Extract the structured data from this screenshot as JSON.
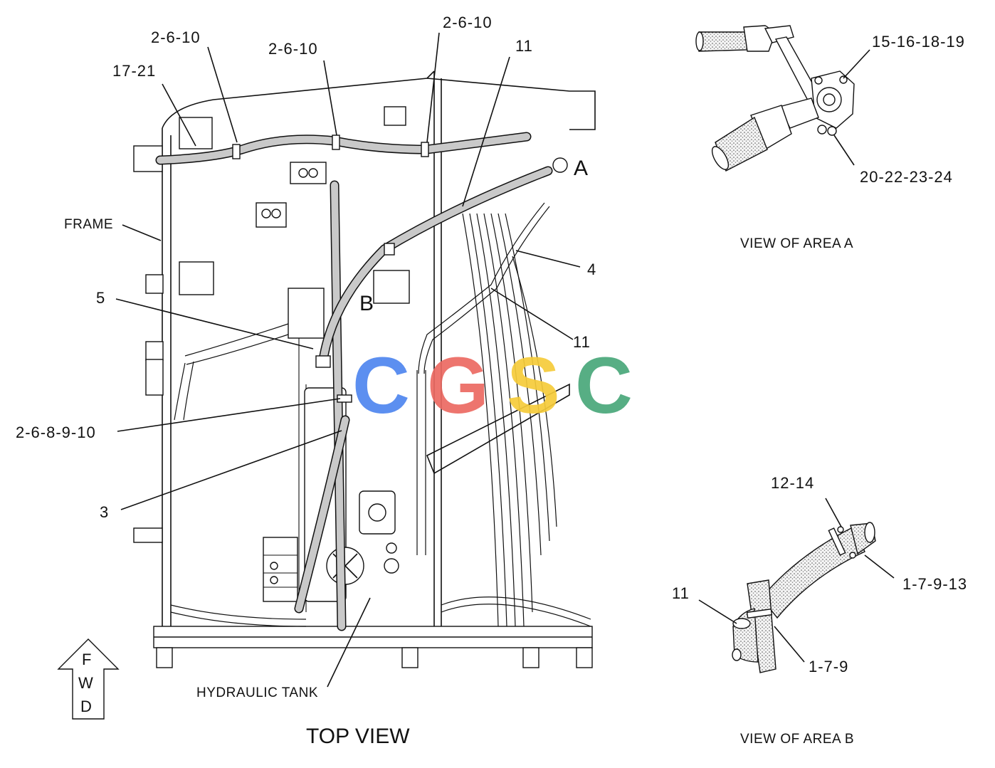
{
  "diagram": {
    "main_view_title": "TOP VIEW",
    "callouts": {
      "c_17_21": "17-21",
      "c_2610_a": "2-6-10",
      "c_2610_b": "2-6-10",
      "c_2610_c": "2-6-10",
      "c_11_top": "11",
      "c_frame": "FRAME",
      "c_5": "5",
      "c_4": "4",
      "c_11_mid": "11",
      "c_268910": "2-6-8-9-10",
      "c_3": "3",
      "c_hyd_tank": "HYDRAULIC TANK",
      "c_area_a": "A",
      "c_area_b": "B"
    },
    "fwd_arrow": {
      "f": "F",
      "w": "W",
      "d": "D"
    },
    "view_a": {
      "title": "VIEW OF AREA A",
      "callouts": {
        "top": "15-16-18-19",
        "bottom": "20-22-23-24"
      }
    },
    "view_b": {
      "title": "VIEW OF AREA B",
      "callouts": {
        "top": "12-14",
        "right": "1-7-9-13",
        "left": "11",
        "bottom": "1-7-9"
      }
    },
    "watermark": {
      "letters": [
        "C",
        "G",
        "S",
        "C"
      ],
      "colors": [
        "#4f86ef",
        "#ec6a62",
        "#f6cc3a",
        "#49a87a"
      ]
    }
  }
}
